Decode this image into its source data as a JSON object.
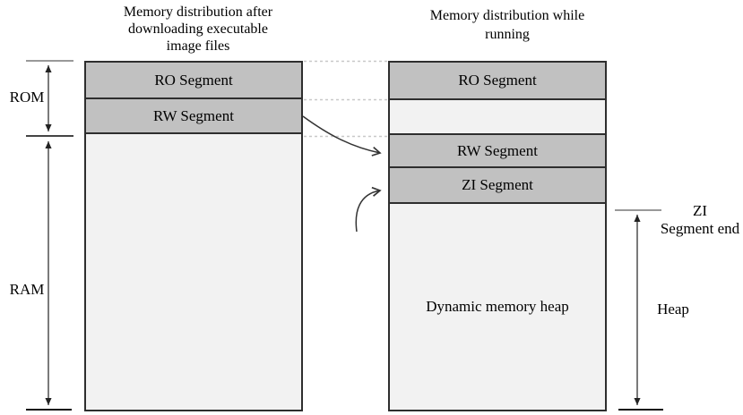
{
  "diagram": {
    "left_column": {
      "title": "Memory distribution after\ndownloading executable\nimage files",
      "segments": [
        {
          "label": "RO Segment",
          "fill": "gray"
        },
        {
          "label": "RW Segment",
          "fill": "gray"
        },
        {
          "label": "",
          "fill": "light"
        }
      ]
    },
    "right_column": {
      "title": "Memory distribution while\nrunning",
      "segments": [
        {
          "label": "RO Segment",
          "fill": "gray"
        },
        {
          "label": "",
          "fill": "light"
        },
        {
          "label": "RW Segment",
          "fill": "gray"
        },
        {
          "label": "ZI Segment",
          "fill": "gray"
        },
        {
          "label": "Dynamic memory heap",
          "fill": "light"
        }
      ]
    },
    "side_labels": {
      "rom": "ROM",
      "ram": "RAM",
      "zi_segment_end": "ZI\nSegment end",
      "heap": "Heap"
    },
    "colors": {
      "segment_gray": "#c1c1c1",
      "light_fill": "#f2f2f2",
      "border_dark": "#2e2e2e",
      "dotted_line": "#c8c8c8",
      "arrow_dark": "#333333",
      "tick_gray": "#999999",
      "background": "#ffffff"
    }
  }
}
